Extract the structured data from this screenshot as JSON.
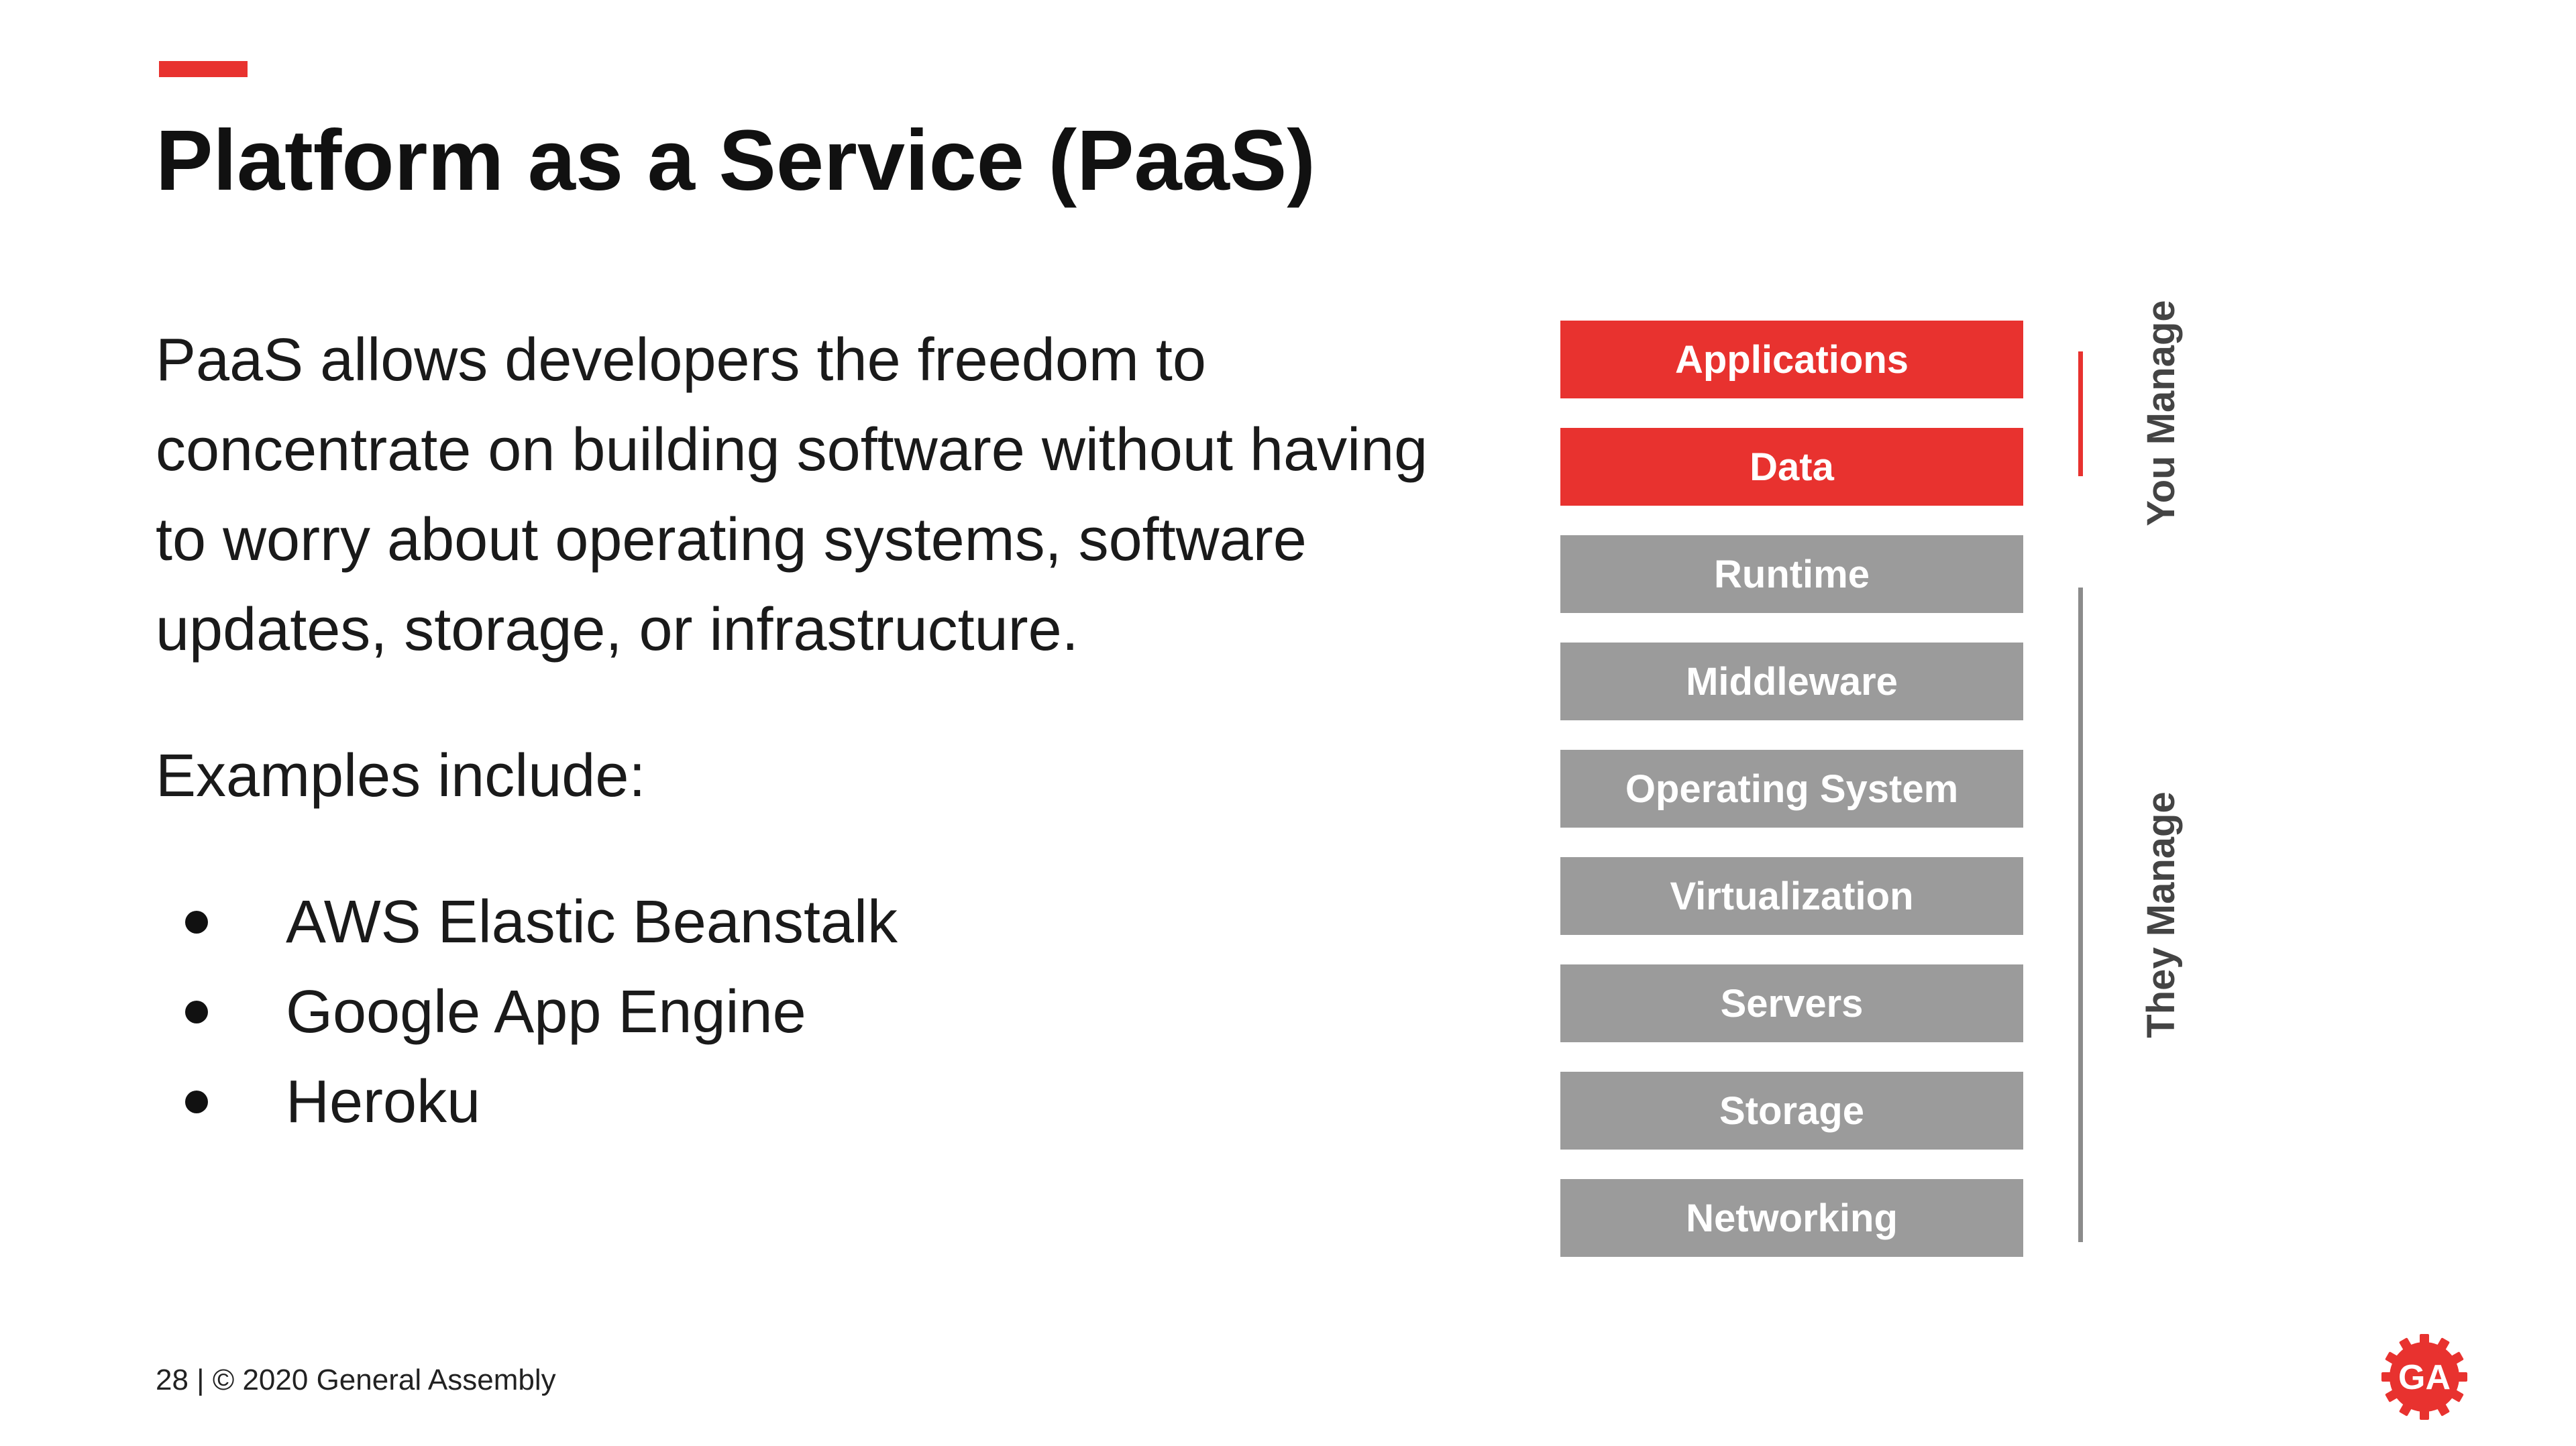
{
  "slide": {
    "title": "Platform as a Service (PaaS)",
    "description": "PaaS allows developers the freedom to concentrate on building software without having to worry about operating systems, software updates, storage, or infrastructure.",
    "examples_label": "Examples include:",
    "examples": [
      "AWS Elastic Beanstalk",
      "Google App Engine",
      "Heroku"
    ]
  },
  "diagram": {
    "layers": [
      {
        "label": "Applications",
        "managed_by": "you"
      },
      {
        "label": "Data",
        "managed_by": "you"
      },
      {
        "label": "Runtime",
        "managed_by": "they"
      },
      {
        "label": "Middleware",
        "managed_by": "they"
      },
      {
        "label": "Operating System",
        "managed_by": "they"
      },
      {
        "label": "Virtualization",
        "managed_by": "they"
      },
      {
        "label": "Servers",
        "managed_by": "they"
      },
      {
        "label": "Storage",
        "managed_by": "they"
      },
      {
        "label": "Networking",
        "managed_by": "they"
      }
    ],
    "you_manage_label": "You Manage",
    "they_manage_label": "They Manage"
  },
  "footer": {
    "text": "28 | © 2020 General Assembly"
  },
  "logo": {
    "icon": "general-assembly-logo-icon",
    "text": "GA"
  },
  "colors": {
    "accent": "#e8322f",
    "provider_layer": "#9b9b9b",
    "text": "#1a1a1a"
  }
}
